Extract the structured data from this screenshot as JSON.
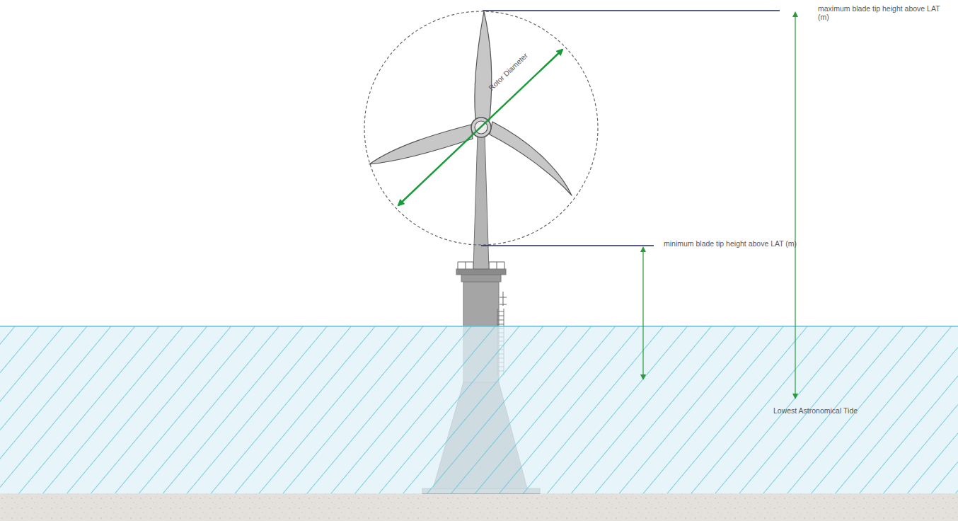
{
  "diagram": {
    "labels": [
      "maximum blade tip height above LAT (m)",
      "Rotor Diameter",
      "minimum blade tip height above LAT (m)",
      "Lowest Astronomical Tide"
    ]
  }
}
